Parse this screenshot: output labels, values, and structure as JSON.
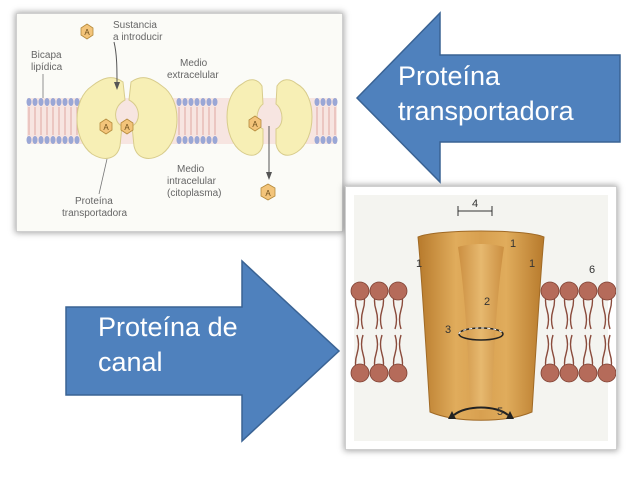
{
  "arrows": {
    "left": {
      "line1": "Proteína",
      "line2": "transportadora",
      "fill": "#4f81bd",
      "stroke": "#3a6394"
    },
    "right": {
      "line1": "Proteína de",
      "line2": "canal",
      "fill": "#4f81bd",
      "stroke": "#3a6394"
    }
  },
  "top_diagram": {
    "substance_label_1": "Sustancia",
    "substance_label_2": "a introducir",
    "bilayer_label_1": "Bicapa",
    "bilayer_label_2": "lipídica",
    "extracellular_1": "Medio",
    "extracellular_2": "extracelular",
    "intracellular_1": "Medio",
    "intracellular_2": "intracelular",
    "intracellular_3": "(citoplasma)",
    "protein_1": "Proteína",
    "protein_2": "transportadora",
    "molecule_letter": "A",
    "colors": {
      "protein": "#f7efb5",
      "membrane": "#9aa7d6",
      "molecule": "#f3c47a"
    }
  },
  "bottom_diagram": {
    "labels": [
      "4",
      "1",
      "1",
      "1",
      "6",
      "2",
      "3",
      "5"
    ],
    "colors": {
      "channel": "#d9a04e",
      "lipid_head": "#b56b5a",
      "background": "#f4f4f0"
    }
  }
}
